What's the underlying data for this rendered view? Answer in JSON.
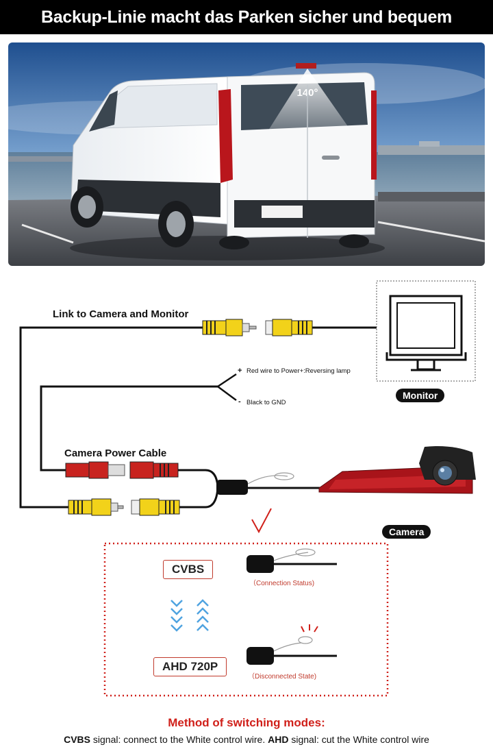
{
  "banner": {
    "title": "Backup-Linie macht das Parken sicher und bequem"
  },
  "photo": {
    "angle_label": "140°"
  },
  "diagram": {
    "link_label": "Link to Camera and Monitor",
    "red_wire_sign": "+",
    "red_wire_label": "Red wire to Power+:Reversing lamp",
    "black_wire_sign": "-",
    "black_wire_label": "Black to GND",
    "power_cable_label": "Camera Power Cable",
    "monitor_label": "Monitor",
    "camera_label": "Camera"
  },
  "modes": {
    "cvbs_label": "CVBS",
    "connection_status": "（Connection Status)",
    "ahd_label": "AHD 720P",
    "disconnected_status": "（Disconnected State)"
  },
  "method": {
    "title": "Method of switching modes:",
    "cvbs_term": "CVBS",
    "cvbs_text": " signal: connect to the White control wire. ",
    "ahd_term": "AHD",
    "ahd_text": " signal: cut the White control wire"
  },
  "colors": {
    "accent_red": "#d0201a",
    "rca_yellow": "#f2d21a",
    "rca_red": "#c8231f"
  }
}
